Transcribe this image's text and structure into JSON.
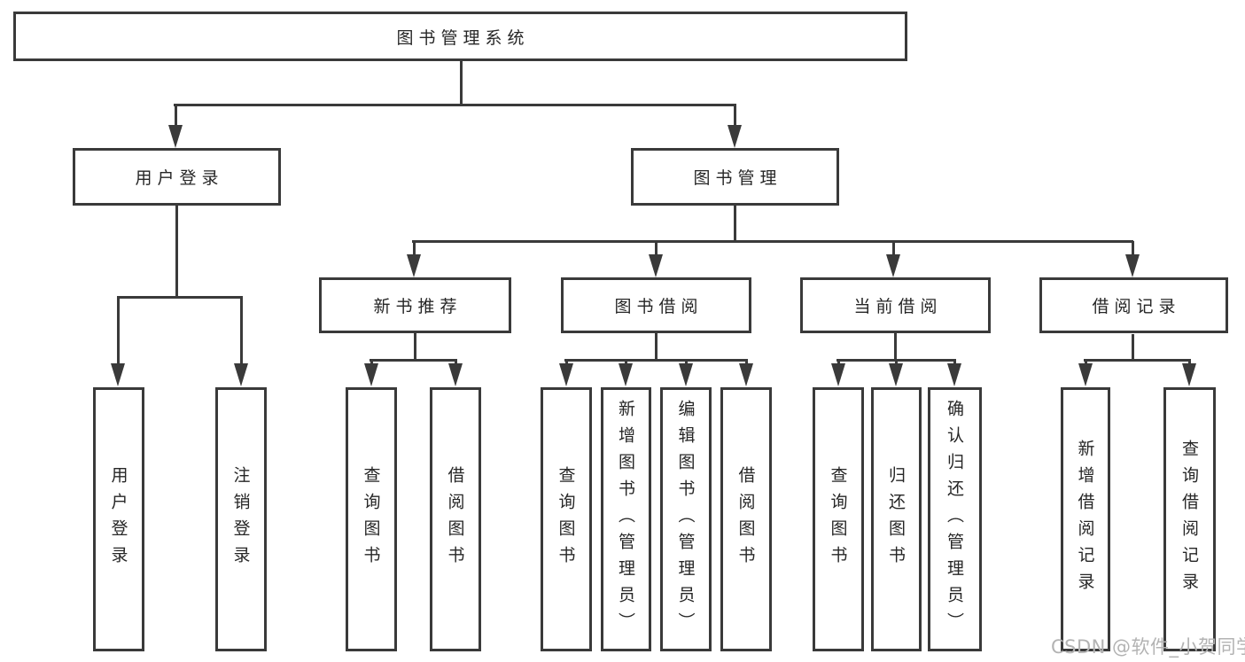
{
  "nodes": {
    "root": "图书管理系统",
    "level2": [
      "用户登录",
      "图书管理"
    ],
    "level3": [
      "新书推荐",
      "图书借阅",
      "当前借阅",
      "借阅记录"
    ],
    "login_children": [
      "用户登录",
      "注销登录"
    ],
    "newbook_children": [
      "查询图书",
      "借阅图书"
    ],
    "borrow_children": [
      "查询图书",
      "新增图书（管理员）",
      "编辑图书（管理员）",
      "借阅图书"
    ],
    "current_children": [
      "查询图书",
      "归还图书",
      "确认归还（管理员）"
    ],
    "record_children": [
      "新增借阅记录",
      "查询借阅记录"
    ]
  },
  "watermark": "CSDN @软件_小贺同学",
  "colors": {
    "line": "#3a3a3a",
    "text": "#262626",
    "watermark": "#b3b3b3",
    "background": "#ffffff"
  }
}
